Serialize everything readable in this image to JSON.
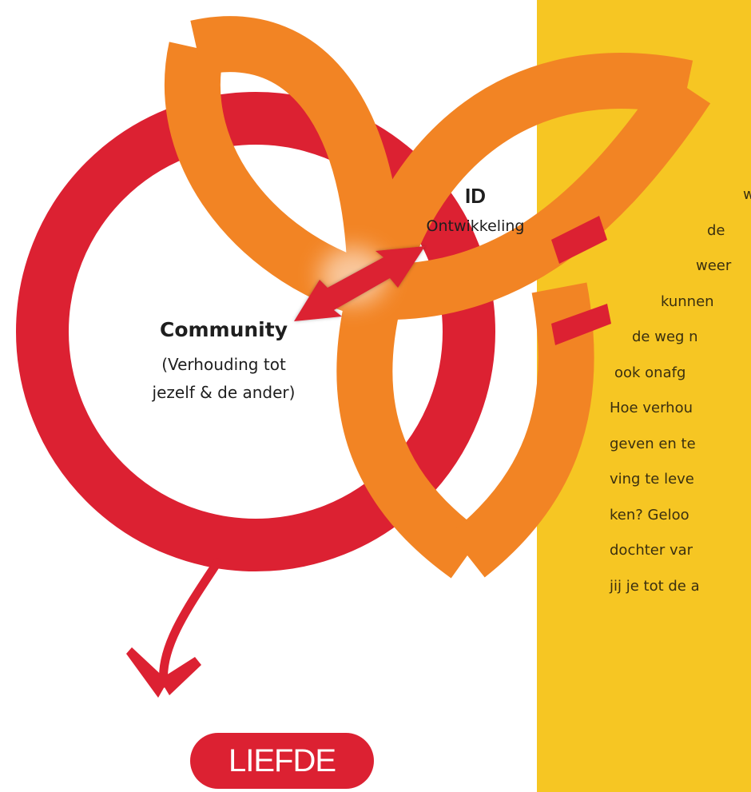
{
  "colors": {
    "red": "#dc2132",
    "orange": "#f28424",
    "yellow": "#f6c623"
  },
  "diagram": {
    "id_label": "ID",
    "id_sublabel": "Ontwikkeling",
    "community_label": "Community",
    "community_line1": "(Verhouding tot",
    "community_line2": "jezelf & de ander)",
    "pill_label": "LIEFDE"
  },
  "side_text": {
    "lines": [
      "w",
      "de",
      "weer",
      "kunnen",
      "de weg n",
      "ook onafg",
      "Hoe verhou",
      "geven en te",
      "ving te leve",
      "ken? Geloo",
      "dochter var",
      "jij je tot de a"
    ]
  }
}
